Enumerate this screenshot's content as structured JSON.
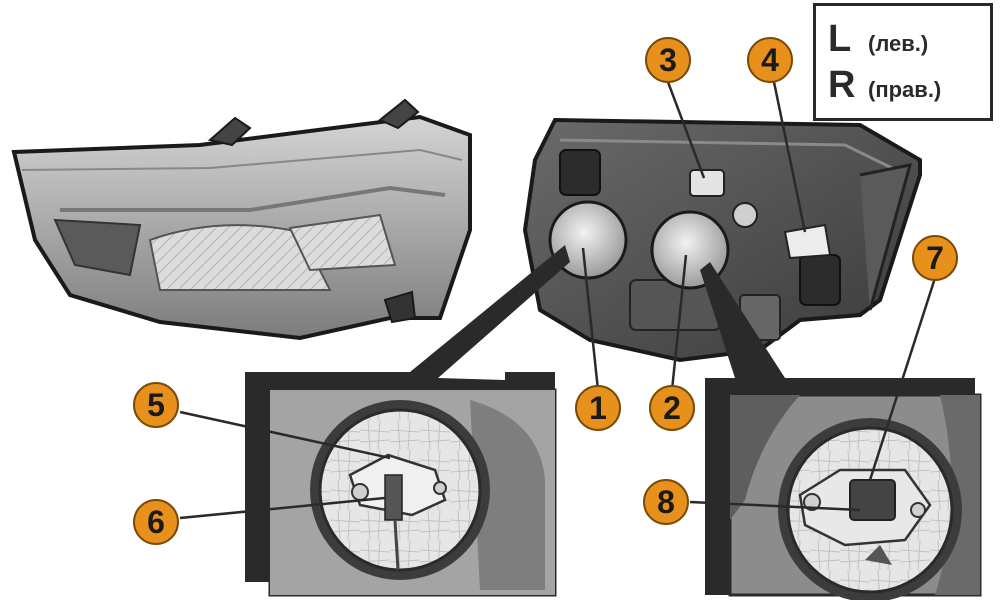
{
  "legend": [
    {
      "letter": "L",
      "text": "(лев.)"
    },
    {
      "letter": "R",
      "text": "(прав.)"
    }
  ],
  "callouts": [
    "1",
    "2",
    "3",
    "4",
    "5",
    "6",
    "7",
    "8"
  ],
  "colors": {
    "callout_fill": "#e8901c",
    "callout_stroke": "#7a4a08",
    "callout_text": "#1a1a1a",
    "frame": "#2a2a2a",
    "photo_mid": "#9a9a9a",
    "photo_dark": "#4a4a4a",
    "photo_light": "#d8d8d8"
  }
}
